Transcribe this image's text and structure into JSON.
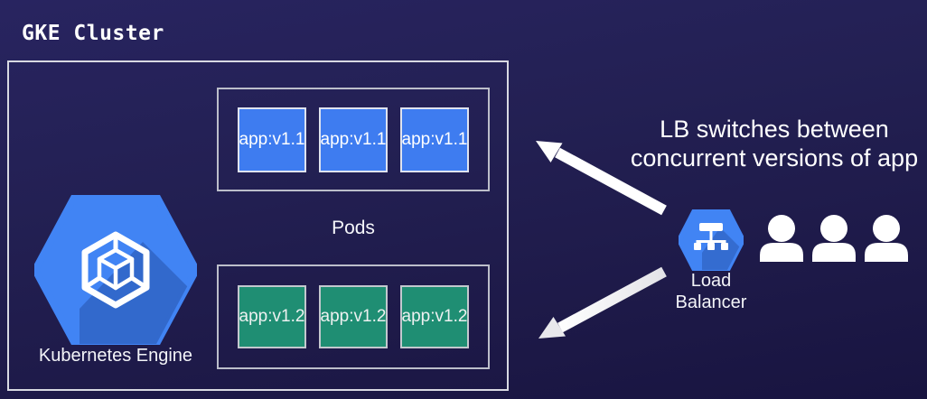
{
  "title": "GKE Cluster",
  "cluster": {
    "engine_label": "Kubernetes Engine",
    "pods_label": "Pods",
    "row_v1": [
      "app:v1.1",
      "app:v1.1",
      "app:v1.1"
    ],
    "row_v2": [
      "app:v1.2",
      "app:v1.2",
      "app:v1.2"
    ]
  },
  "annotation": {
    "line1": "LB switches between",
    "line2": "concurrent versions of app"
  },
  "load_balancer": {
    "label": "Load Balancer"
  },
  "users": {
    "count": 3
  },
  "icons": {
    "kubernetes_engine": "gke-hexagon-cube-icon",
    "load_balancer": "load-balancer-hexagon-icon",
    "user": "person-icon",
    "arrow_top": "arrow-to-v1-row-icon",
    "arrow_bottom": "arrow-to-v2-row-icon"
  },
  "colors": {
    "background_top": "#282460",
    "background_bottom": "#181440",
    "app_v1_blue": "#3e7cf0",
    "app_v2_green": "#1f8e73",
    "gcp_hexagon_blue": "#4184f4",
    "box_border_light": "#d8d9e2",
    "box_border_dim": "#bcbeca",
    "arrow": "#ffffff",
    "text": "#ffffff"
  }
}
